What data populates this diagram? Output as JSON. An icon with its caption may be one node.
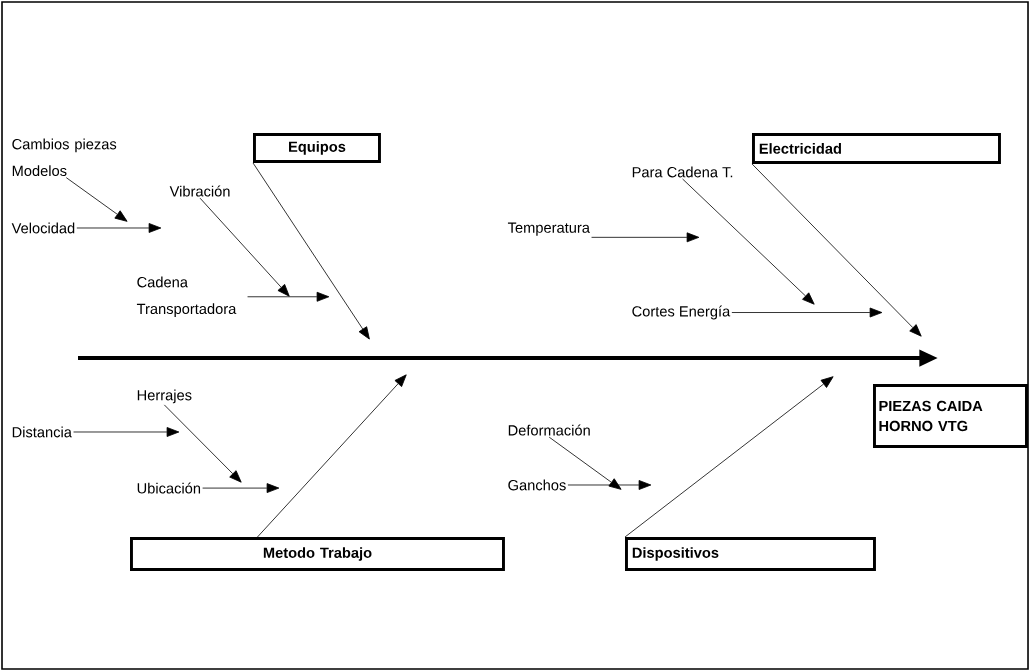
{
  "diagram": {
    "nodes": [
      {
        "text": [
          "Equipos"
        ]
      },
      {
        "text": [
          "Electricidad"
        ]
      },
      {
        "text": [
          "Metodo Trabajo"
        ]
      },
      {
        "text": [
          "Dispositivos"
        ]
      },
      {
        "text": [
          "PIEZAS CAIDA HORNO VTG"
        ]
      },
      {
        "text": [
          "Cambios piezas Modelos"
        ]
      },
      {
        "text": [
          "Velocidad"
        ]
      },
      {
        "text": [
          "Vibración"
        ]
      },
      {
        "text": [
          "Cadena Transportadora"
        ]
      },
      {
        "text": [
          "Temperatura"
        ]
      },
      {
        "text": [
          "Para Cadena T."
        ]
      },
      {
        "text": [
          "Cortes Energía"
        ]
      },
      {
        "text": [
          "Herrajes"
        ]
      },
      {
        "text": [
          "Distancia"
        ]
      },
      {
        "text": [
          "Ubicación"
        ]
      },
      {
        "text": [
          "Deformación"
        ]
      },
      {
        "text": [
          "Ganchos"
        ]
      }
    ],
    "edges": [
      {
        "from": null,
        "to": 4,
        "arrow": "to",
        "style": "thick"
      },
      {
        "from": 0,
        "to": null,
        "arrow": "to"
      },
      {
        "from": 1,
        "to": null,
        "arrow": "to"
      },
      {
        "from": 2,
        "to": null,
        "arrow": "to"
      },
      {
        "from": 3,
        "to": null,
        "arrow": "to"
      },
      {
        "from": 5,
        "to": null,
        "arrow": "to"
      },
      {
        "from": 6,
        "to": null,
        "arrow": "to"
      },
      {
        "from": 7,
        "to": null,
        "arrow": "to"
      },
      {
        "from": 8,
        "to": null,
        "arrow": "to"
      },
      {
        "from": 9,
        "to": null,
        "arrow": "to"
      },
      {
        "from": 10,
        "to": null,
        "arrow": "to"
      },
      {
        "from": 11,
        "to": null,
        "arrow": "to"
      },
      {
        "from": 12,
        "to": null,
        "arrow": "to"
      },
      {
        "from": 13,
        "to": null,
        "arrow": "to"
      },
      {
        "from": 14,
        "to": null,
        "arrow": "to"
      },
      {
        "from": 15,
        "to": null,
        "arrow": "to"
      },
      {
        "from": 16,
        "to": null,
        "arrow": "to"
      }
    ]
  }
}
